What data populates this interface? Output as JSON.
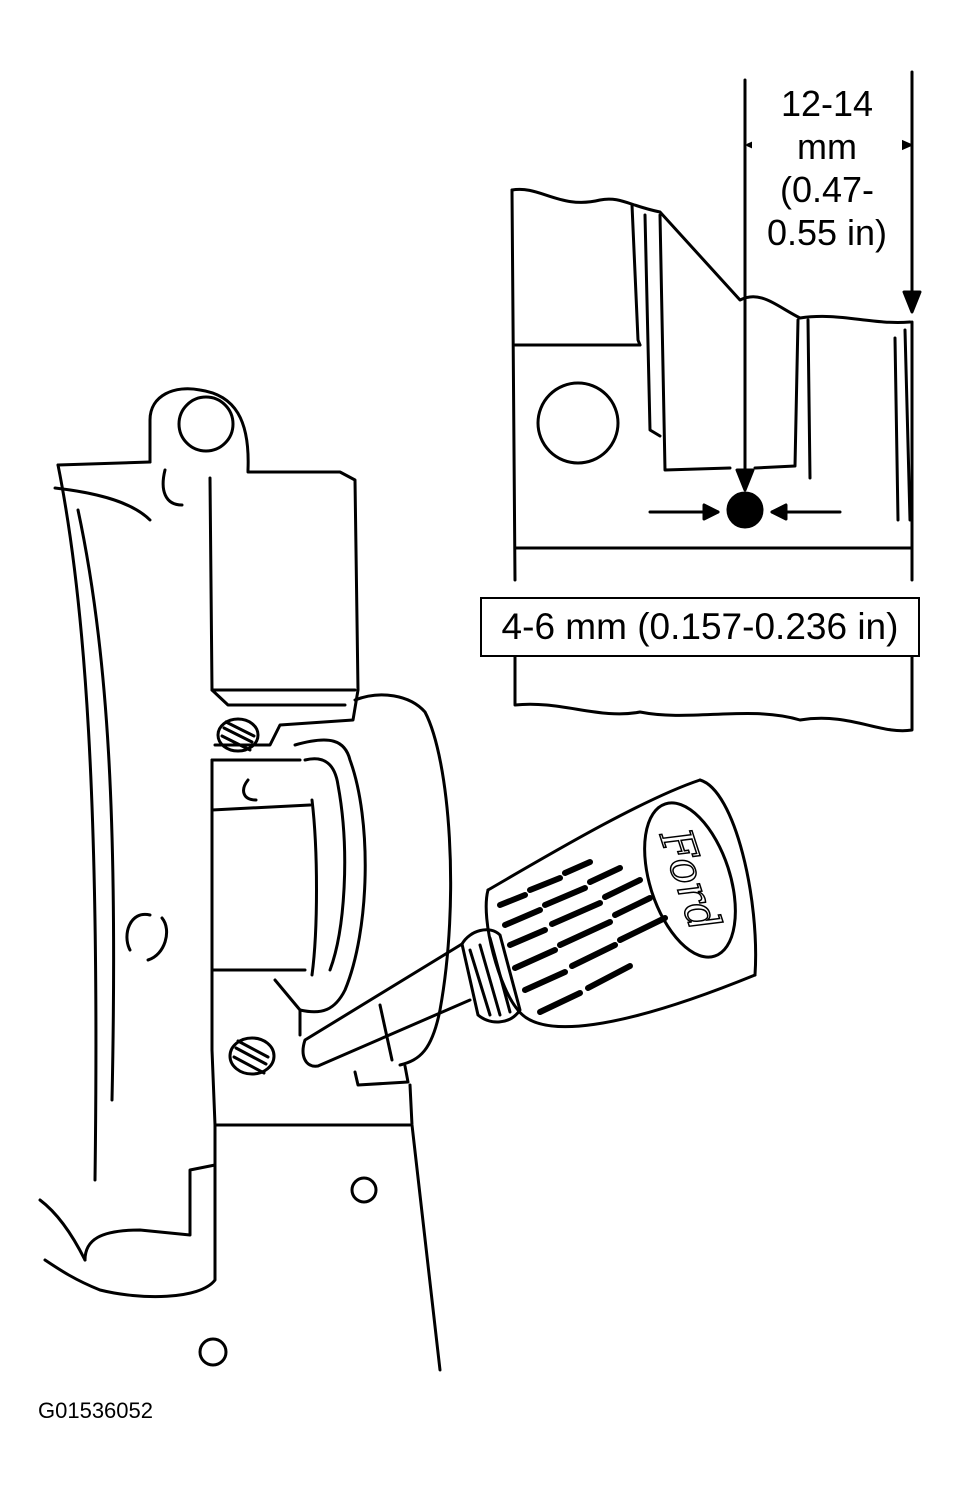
{
  "figure": {
    "spec_top": {
      "line1": "12-14",
      "line2": "mm",
      "line3": "(0.47-",
      "line4": "0.55 in)"
    },
    "spec_dot": "4-6 mm (0.157-0.236 in)",
    "tube_brand": "Ford",
    "figure_id": "G01536052"
  }
}
